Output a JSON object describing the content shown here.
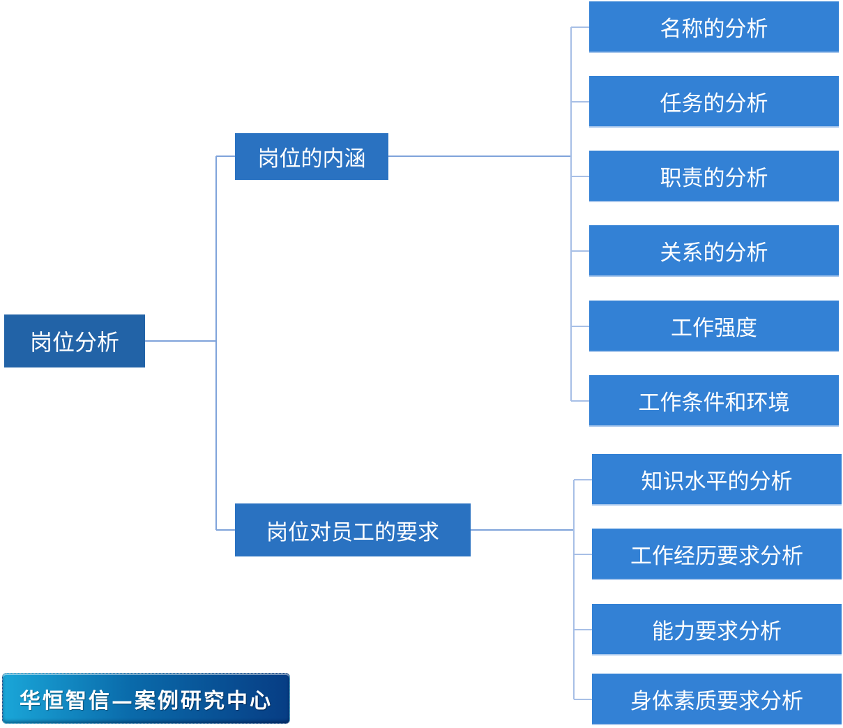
{
  "root": {
    "label": "岗位分析"
  },
  "branches": [
    {
      "label": "岗位的内涵",
      "children": [
        "名称的分析",
        "任务的分析",
        "职责的分析",
        "关系的分析",
        "工作强度",
        "工作条件和环境"
      ]
    },
    {
      "label": "岗位对员工的要求",
      "children": [
        "知识水平的分析",
        "工作经历要求分析",
        "能力要求分析",
        "身体素质要求分析"
      ]
    }
  ],
  "banner": {
    "text": "华恒智信—案例研究中心"
  },
  "colors": {
    "root": "#2263a7",
    "branch": "#2a72c1",
    "leaf": "#3381d5",
    "connector": "#7fa3da"
  }
}
